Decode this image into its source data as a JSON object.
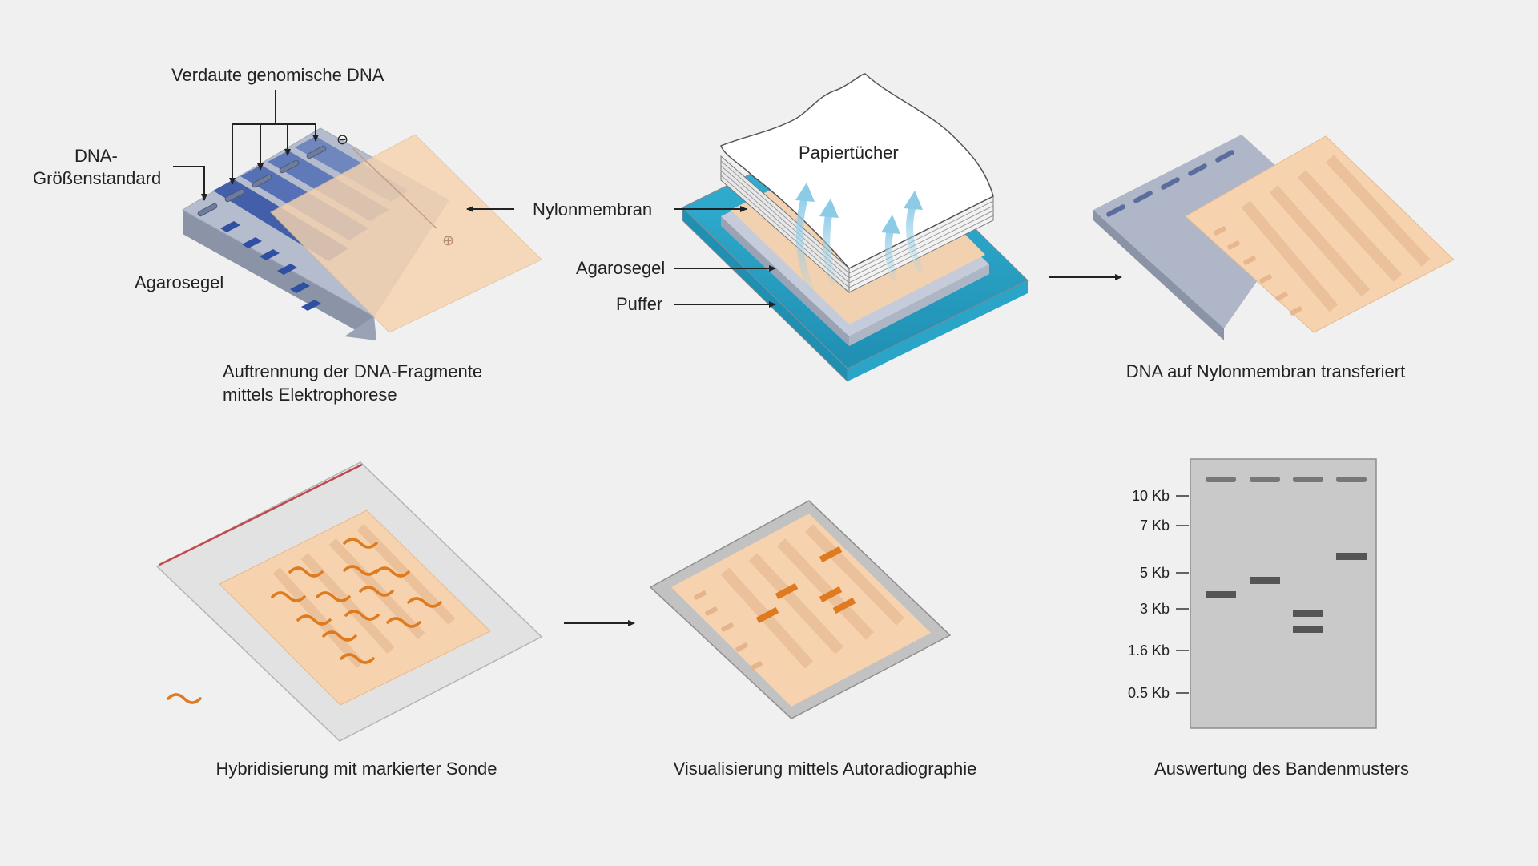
{
  "panel1": {
    "label_digested": "Verdaute genomische DNA",
    "label_size_std_1": "DNA-",
    "label_size_std_2": "Größenstandard",
    "label_gel": "Agarosegel",
    "minus": "⊖",
    "plus": "⊕",
    "caption_1": "Auftrennung der  DNA-Fragmente",
    "caption_2": "mittels Elektrophorese"
  },
  "panel2": {
    "label_paper": "Papiertücher",
    "label_membrane": "Nylonmembran",
    "label_gel": "Agarosegel",
    "label_buffer": "Puffer"
  },
  "panel3": {
    "caption": "DNA auf Nylonmembran transferiert"
  },
  "panel4": {
    "caption": "Hybridisierung mit markierter Sonde"
  },
  "panel5": {
    "caption": "Visualisierung mittels Autoradiographie"
  },
  "panel6": {
    "caption": "Auswertung des Bandenmusters",
    "size_ticks": [
      "10 Kb",
      "7 Kb",
      "5 Kb",
      "3 Kb",
      "1.6 Kb",
      "0.5 Kb"
    ],
    "lanes": 4
  },
  "colors": {
    "background": "#f0f0f0",
    "gel": "#aeb6c8",
    "dna_band": "#2f4fa3",
    "membrane": "#f6d3ae",
    "buffer": "#2aa5c8",
    "probe": "#e07a1f",
    "result_gel": "#c9c9c9",
    "result_band": "#555555"
  }
}
